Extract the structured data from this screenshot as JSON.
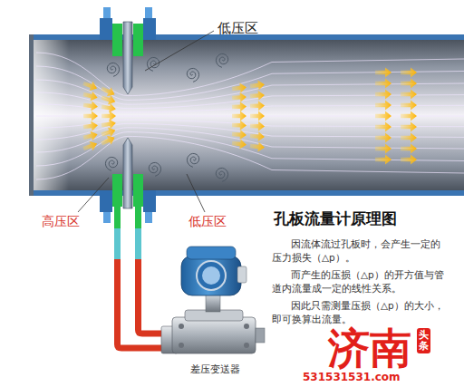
{
  "diagram": {
    "title": "孔板流量计原理图",
    "labels": [
      "低压区",
      "高压区",
      "低压区",
      "因流体流过孔板时，会产生一定的压力损失（△p）。",
      "而产生的压损（△p）的开方值与管道内流量成一定的线性关系。",
      "因此只需测量压损（△p）的大小，即可换算出流量。",
      "差压变送器",
      "济南",
      "头条",
      "531531531.com"
    ]
  }
}
